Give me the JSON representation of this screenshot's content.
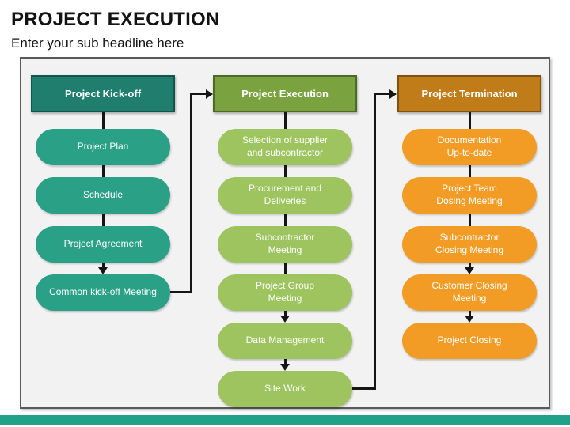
{
  "page": {
    "title": "PROJECT EXECUTION",
    "subtitle": "Enter your sub headline here"
  },
  "colors": {
    "accent_bar": "#21A18A",
    "kickoff_header": "#1F7E6E",
    "kickoff_pill": "#2AA186",
    "execution_header": "#7AA23E",
    "execution_pill": "#9DC45F",
    "termination_header": "#BF7C19",
    "termination_pill": "#F29C26"
  },
  "diagram": {
    "columns": [
      {
        "header": "Project Kick-off",
        "items": [
          {
            "label": "Project Plan"
          },
          {
            "label": "Schedule"
          },
          {
            "label": "Project Agreement"
          },
          {
            "label": "Common kick-off Meeting"
          }
        ]
      },
      {
        "header": "Project Execution",
        "items": [
          {
            "label": "Selection of supplier\nand subcontractor"
          },
          {
            "label": "Procurement and\nDeliveries"
          },
          {
            "label": "Subcontractor\nMeeting"
          },
          {
            "label": "Project Group\nMeeting"
          },
          {
            "label": "Data Management"
          },
          {
            "label": "Site Work"
          }
        ]
      },
      {
        "header": "Project Termination",
        "items": [
          {
            "label": "Documentation\nUp-to-date"
          },
          {
            "label": "Project Team\nDosing Meeting"
          },
          {
            "label": "Subcontractor\nClosing Meeting"
          },
          {
            "label": "Customer Closing\nMeeting"
          },
          {
            "label": "Project Closing"
          }
        ]
      }
    ]
  }
}
